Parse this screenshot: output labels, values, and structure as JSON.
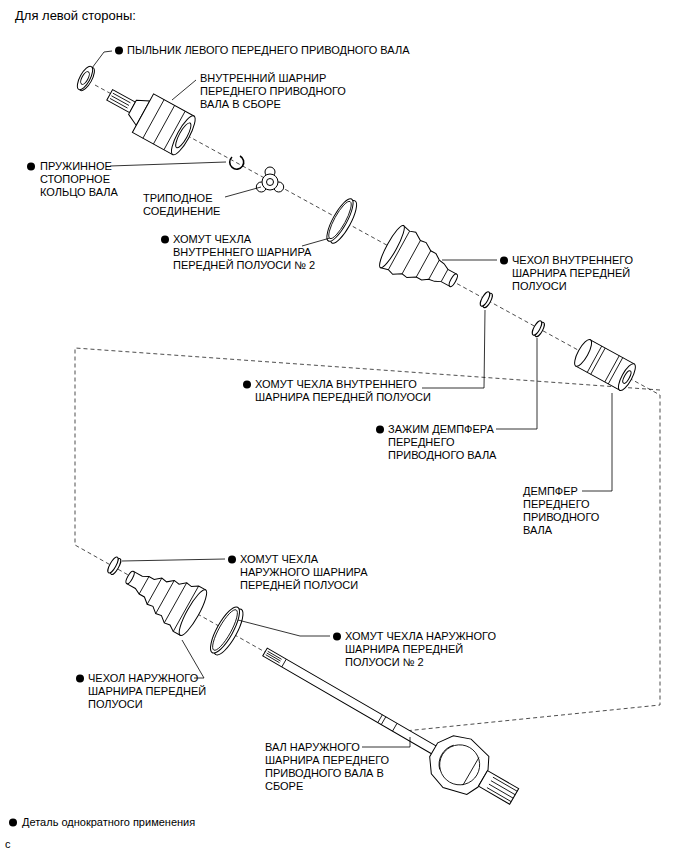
{
  "diagram": {
    "title": "Для левой стороны:",
    "labels": [
      "ПЫЛЬНИК ЛЕВОГО ПЕРЕДНЕГО ПРИВОДНОГО ВАЛА",
      "ВНУТРЕННИЙ ШАРНИР ПЕРЕДНЕГО ПРИВОДНОГО ВАЛА В СБОРЕ",
      "ПРУЖИННОЕ СТОПОРНОЕ КОЛЬЦО ВАЛА",
      "ТРИПОДНОЕ СОЕДИНЕНИЕ",
      "ХОМУТ ЧЕХЛА ВНУТРЕННЕГО ШАРНИРА ПЕРЕДНЕЙ ПОЛУОСИ № 2",
      "ЧЕХОЛ ВНУТРЕННЕГО ШАРНИРА ПЕРЕДНЕЙ ПОЛУОСИ",
      "ХОМУТ ЧЕХЛА ВНУТРЕННЕГО ШАРНИРА ПЕРЕДНЕЙ ПОЛУОСИ",
      "ЗАЖИМ ДЕМПФЕРА ПЕРЕДНЕГО ПРИВОДНОГО ВАЛА",
      "ДЕМПФЕР ПЕРЕДНЕГО ПРИВОДНОГО ВАЛА",
      "ХОМУТ ЧЕХЛА НАРУЖНОГО ШАРНИРА ПЕРЕДНЕЙ ПОЛУОСИ",
      "ЧЕХОЛ НАРУЖНОГО ШАРНИРА ПЕРЕДНЕЙ ПОЛУОСИ",
      "ХОМУТ ЧЕХЛА НАРУЖНОГО ШАРНИРА ПЕРЕДНЕЙ ПОЛУОСИ № 2",
      "ВАЛ НАРУЖНОГО ШАРНИРА ПЕРЕДНЕГО ПРИВОДНОГО ВАЛА В СБОРЕ",
      "c"
    ],
    "legend": [
      {
        "text": "Деталь однократного применения"
      }
    ]
  }
}
